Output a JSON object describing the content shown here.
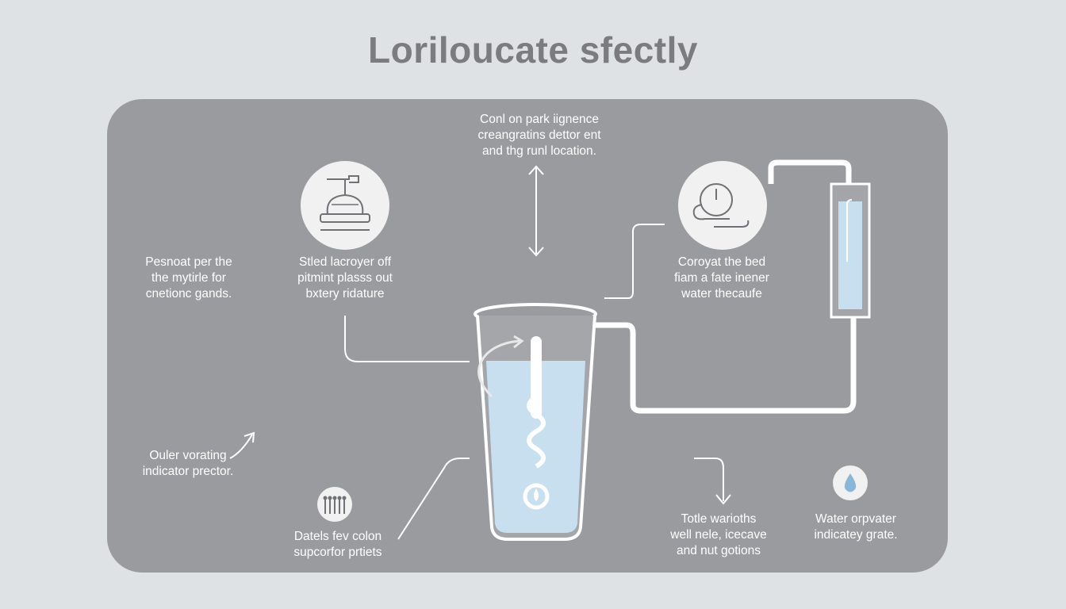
{
  "title": "Loriloucate sfectly",
  "captions": {
    "top_center": [
      "Conl on park iignence",
      "creangratins dettor ent",
      "and thg runl location."
    ],
    "left_outer": [
      "Pesnoat per the",
      "the mytirle for",
      "cnetionc gands."
    ],
    "left_inner": [
      "Stled lacroyer off",
      "pitmint plasss out",
      "bxtery ridature"
    ],
    "right_upper": [
      "Coroyat the bed",
      "fiam a fate inener",
      "water thecaufe"
    ],
    "bottom_left_outer": [
      "Ouler vorating",
      "indicator prector."
    ],
    "bottom_left_inner": [
      "Datels fev colon",
      "supcorfor prtiets"
    ],
    "bottom_center_right": [
      "Totle warioths",
      "well nele, icecave",
      "and nut gotions"
    ],
    "bottom_right": [
      "Water orpvater",
      "indicatey grate."
    ]
  },
  "colors": {
    "background": "#dfe2e4",
    "panel": "#9a9b9f",
    "title": "#7a7c80",
    "line": "#ffffff",
    "water": "#c8dff0",
    "icon_fill": "#f1f1f1"
  },
  "icons": [
    "dispenser-bell-icon",
    "gauge-cloud-icon",
    "sensor-array-icon",
    "water-drop-icon"
  ]
}
